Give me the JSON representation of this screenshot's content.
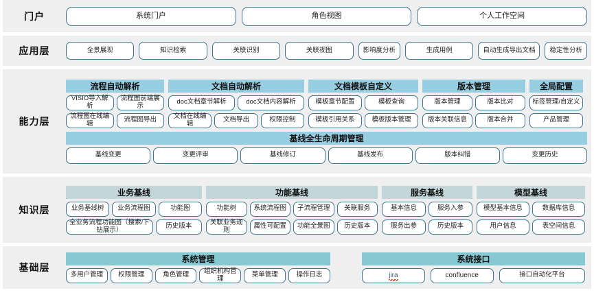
{
  "layers": [
    {
      "name": "portal",
      "label": "门户",
      "items": [
        "系统门户",
        "角色视图",
        "个人工作空间"
      ]
    },
    {
      "name": "application",
      "label": "应用层",
      "items": [
        "全景展现",
        "知识检索",
        "关联识别",
        "关联视图",
        "影响度分析",
        "生成用例",
        "自动生成导出文档",
        "稳定性分析"
      ]
    },
    {
      "name": "capability",
      "label": "能力层",
      "groups": [
        {
          "title": "流程自动解析",
          "rows": [
            [
              "VISIO导入解析",
              "流程图前端展示"
            ],
            [
              "流程图在线编辑",
              "流程图导出"
            ]
          ]
        },
        {
          "title": "文档自动解析",
          "rows": [
            [
              "doc文档章节解析",
              "doc文档内容解析"
            ],
            [
              "文档在线编辑",
              "文档导出",
              "权限控制"
            ]
          ]
        },
        {
          "title": "文档模板自定义",
          "rows": [
            [
              "模板章节配置",
              "模板查询"
            ],
            [
              "模板引用关系",
              "模板版本管理"
            ]
          ]
        },
        {
          "title": "版本管理",
          "rows": [
            [
              "版本管理",
              "版本比对"
            ],
            [
              "版本关联信息",
              "版本合并"
            ]
          ]
        },
        {
          "title": "全局配置",
          "rows": [
            [
              "标签管理/自定义"
            ],
            [
              "产品管理"
            ]
          ]
        }
      ],
      "lifecycle": {
        "title": "基线全生命周期管理",
        "items": [
          "基线变更",
          "变更评审",
          "基线修订",
          "基线发布",
          "版本纠错",
          "变更历史"
        ]
      }
    },
    {
      "name": "knowledge",
      "label": "知识层",
      "groups": [
        {
          "title": "业务基线",
          "rows": [
            [
              "业务基线树",
              "业务流程图",
              "功能图"
            ],
            [
              "全业务流程功能图（搜索/下钻展示）",
              "历史版本"
            ]
          ]
        },
        {
          "title": "功能基线",
          "rows": [
            [
              "功能树",
              "系统流程图",
              "子流程管理",
              "关联服务"
            ],
            [
              "关联业务规则",
              "属性可配置",
              "功能全景图",
              "历史版本"
            ]
          ]
        },
        {
          "title": "服务基线",
          "rows": [
            [
              "基本信息",
              "服务入参"
            ],
            [
              "服务出参",
              "历史版本"
            ]
          ]
        },
        {
          "title": "模型基线",
          "rows": [
            [
              "模型基本信息",
              "数据库信息"
            ],
            [
              "用户信息",
              "表空间信息"
            ]
          ]
        }
      ]
    },
    {
      "name": "foundation",
      "label": "基础层",
      "groups": [
        {
          "title": "系统管理",
          "rows": [
            [
              "多用户管理",
              "权限管理",
              "角色管理",
              "组织机构管理",
              "菜单管理",
              "操作日志"
            ]
          ]
        },
        {
          "title": "系统接口",
          "rows": [
            [
              "jira",
              "confluence",
              "接口自动化平台"
            ]
          ]
        }
      ]
    }
  ],
  "colors": {
    "band_background": "#efefef",
    "header_blue": "#97cee1",
    "header_slate": "#c3d6da",
    "header_teal": "#86c9d2",
    "pill_border": "#3c7790",
    "page_background": "#ffffff"
  }
}
